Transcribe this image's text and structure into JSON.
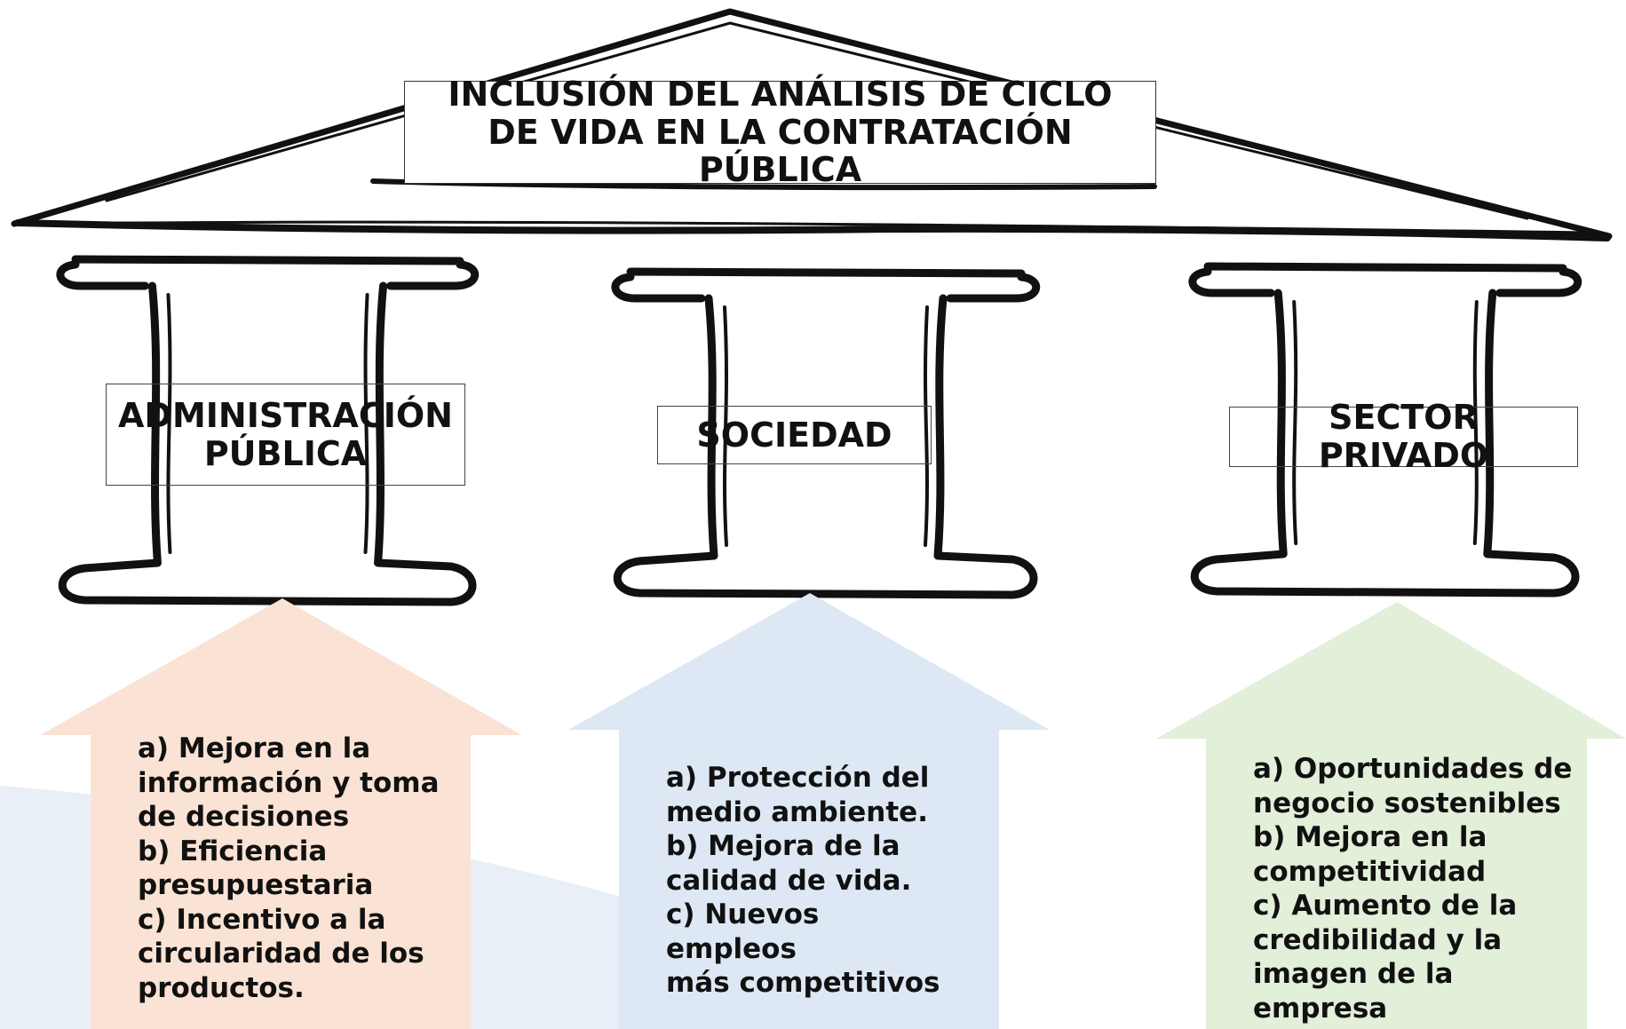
{
  "title": "INCLUSIÓN DEL ANÁLISIS DE CICLO DE VIDA EN LA CONTRATACIÓN PÚBLICA",
  "colors": {
    "outline": "#111111",
    "background_wave": "#e9eff6"
  },
  "pillars": [
    {
      "label": "ADMINISTRACIÓN PÚBLICA",
      "color": "#fae3d4",
      "benefits": "a) Mejora en la\ninformación y toma\nde decisiones\nb) Eficiencia\npresupuestaria\nc) Incentivo a la\ncircularidad de los\nproductos."
    },
    {
      "label": "SOCIEDAD",
      "color": "#dde8f4",
      "benefits": "a) Protección del\nmedio ambiente.\nb) Mejora de la\ncalidad de vida.\nc) Nuevos empleos\nmás competitivos"
    },
    {
      "label": "SECTOR PRIVADO",
      "color": "#e2efd9",
      "benefits": "a) Oportunidades de\nnegocio sostenibles\nb) Mejora en la\ncompetitividad\nc) Aumento de la\ncredibilidad y la\nimagen de la empresa"
    }
  ]
}
